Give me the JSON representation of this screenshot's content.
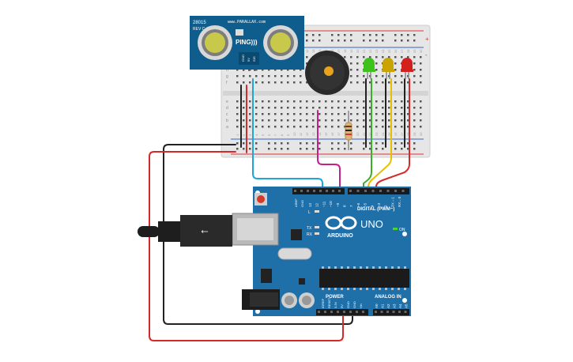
{
  "ping_sensor": {
    "part_code": "28015",
    "revision": "REV C",
    "brand": "www.PARALLAX.com",
    "label": "PING)))",
    "pins": [
      "GND",
      "5V",
      "SIG"
    ]
  },
  "breadboard": {
    "row_letters_top": [
      "j",
      "i",
      "h",
      "g",
      "f"
    ],
    "row_letters_bottom": [
      "e",
      "d",
      "c",
      "b",
      "a"
    ],
    "column_numbers": [
      "1",
      "2",
      "3",
      "4",
      "5",
      "6",
      "7",
      "8",
      "9",
      "10",
      "11",
      "12",
      "13",
      "14",
      "15",
      "16",
      "17",
      "18",
      "19",
      "20",
      "21",
      "22",
      "23",
      "24",
      "25",
      "26",
      "27",
      "28",
      "29",
      "30"
    ],
    "rail_plus": "+",
    "rail_minus": "-"
  },
  "leds": [
    {
      "name": "green",
      "color": "#3cc21a"
    },
    {
      "name": "yellow",
      "color": "#c9a400"
    },
    {
      "name": "red",
      "color": "#d41f1f"
    }
  ],
  "arduino": {
    "logo_text": "ARDUINO",
    "model": "UNO",
    "on_label": "ON",
    "digital_label": "DIGITAL (PWM~)",
    "analog_label": "ANALOG IN",
    "power_label": "POWER",
    "aref_label": "AREF",
    "gnd_label": "GND",
    "digital_pins": [
      "13",
      "12",
      "~11",
      "~10",
      "~9",
      "8",
      "7",
      "~6",
      "~5",
      "4",
      "~3",
      "2",
      "TX→1",
      "RX←0"
    ],
    "power_pins": [
      "IOREF",
      "RESET",
      "3.3V",
      "5V",
      "GND",
      "GND",
      "Vin"
    ],
    "analog_pins": [
      "A0",
      "A1",
      "A2",
      "A3",
      "A4",
      "A5"
    ],
    "led_l": "L",
    "led_tx": "TX",
    "led_rx": "RX"
  },
  "wire_colors": {
    "black": "#222222",
    "red": "#d42a2a",
    "cyan": "#1fa6d6",
    "magenta": "#c0248c",
    "green": "#3ab02a",
    "yellow": "#e6c000",
    "orange": "#e0651e"
  }
}
